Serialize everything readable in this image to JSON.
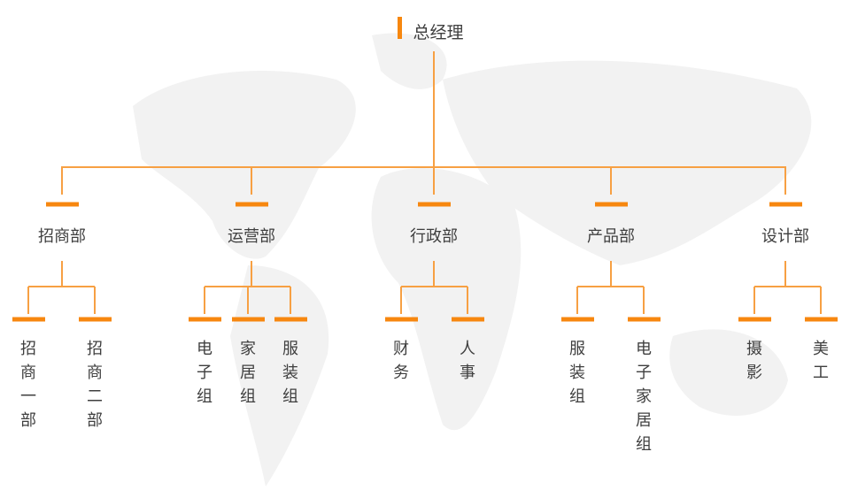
{
  "root": {
    "label": "总经理"
  },
  "departments": [
    {
      "label": "招商部",
      "children": [
        "招商一部",
        "招商二部"
      ]
    },
    {
      "label": "运营部",
      "children": [
        "电子组",
        "家居组",
        "服装组"
      ]
    },
    {
      "label": "行政部",
      "children": [
        "财务",
        "人事"
      ]
    },
    {
      "label": "产品部",
      "children": [
        "服装组",
        "电子家居组"
      ]
    },
    {
      "label": "设计部",
      "children": [
        "摄影",
        "美工"
      ]
    }
  ],
  "colors": {
    "accent": "#F7870F",
    "line": "#F7A043",
    "text": "#3f3f3f",
    "map": "#f1f1f1"
  }
}
